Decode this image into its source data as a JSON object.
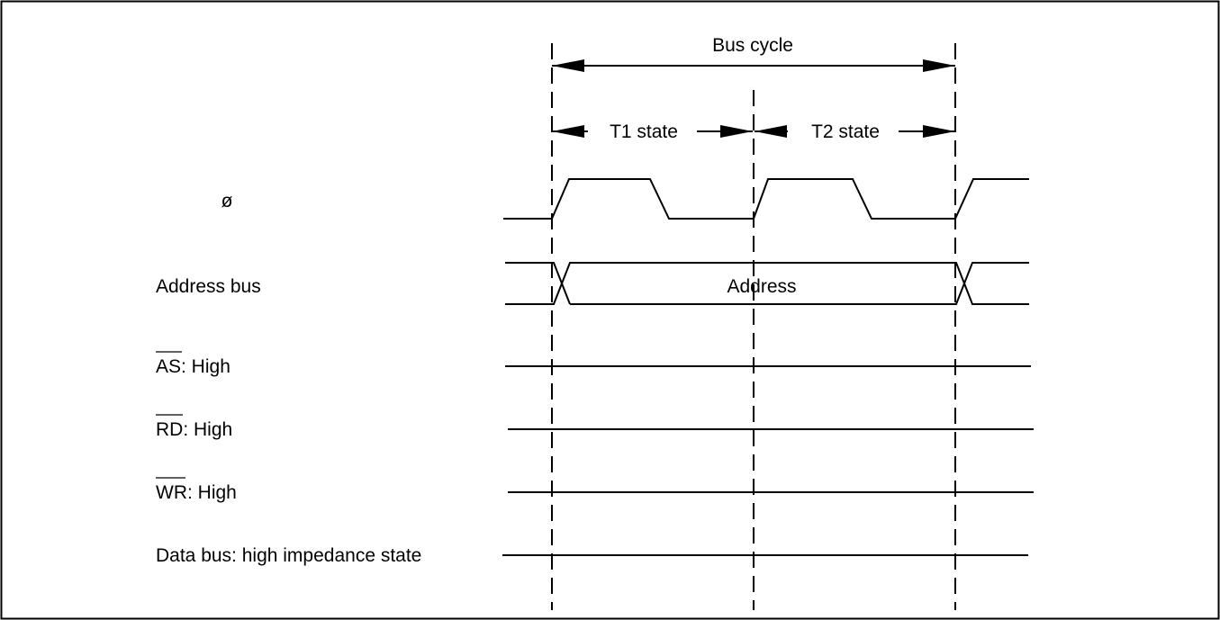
{
  "header": {
    "bus_cycle": "Bus cycle",
    "t1_state": "T1 state",
    "t2_state": "T2 state"
  },
  "signals": {
    "clock": "ø",
    "address_bus": "Address bus",
    "address_value": "Address",
    "as_name": "AS",
    "as_state": ": High",
    "rd_name": "RD",
    "rd_state": ": High",
    "wr_name": "WR",
    "wr_state": ": High",
    "data_bus": "Data bus:  high impedance state"
  }
}
